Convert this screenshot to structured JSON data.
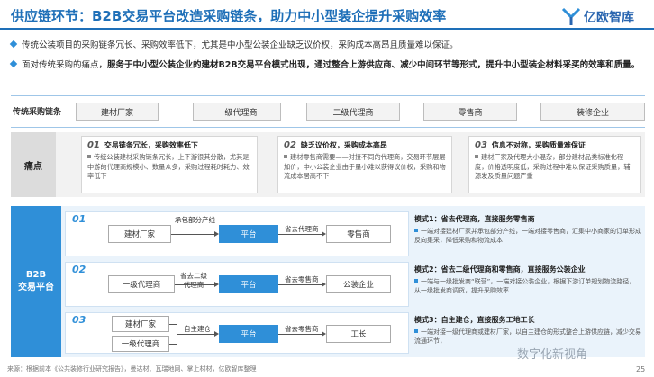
{
  "header": {
    "title": "供应链环节：B2B交易平台改造采购链条，助力中小型装企提升采购效率",
    "logo_text": "亿欧智库"
  },
  "bullets": [
    {
      "text": "传统公装项目的采购链条冗长、采购效率低下，尤其是中小型公装企业缺乏议价权，采购成本高昂且质量难以保证。"
    },
    {
      "prefix": "面对传统采购的痛点，",
      "bold": "服务于中小型公装企业的建材B2B交易平台模式出现，通过整合上游供应商、减少中间环节等形式，提升中小型装企材料采买的效率和质量。"
    }
  ],
  "traditional": {
    "label": "传统采购链条",
    "steps": [
      "建材厂家",
      "一级代理商",
      "二级代理商",
      "零售商",
      "装修企业"
    ]
  },
  "pain": {
    "label": "痛点",
    "cards": [
      {
        "num": "01",
        "title": "交易链条冗长，采购效率低下",
        "body": "传统公装建材采购链条冗长，上下游很其分散，尤其是中游的代理商规模小、数量众多，采购过程耗时耗力、效率低下"
      },
      {
        "num": "02",
        "title": "缺乏议价权，采购成本高昂",
        "body": "建材零售商需要——对接不同的代理商，交易环节层层加价，中小公装企业由于量小难以获得议价权，采购和物流成本居高不下"
      },
      {
        "num": "03",
        "title": "信息不对称，采购质量难保证",
        "body": "建材厂家及代理大小混杂，部分建材品类标准化程度，价格透明度低，采购过程中难以保证采购质量，辅源发及质量问题严重"
      }
    ]
  },
  "b2b": {
    "label_line1": "B2B",
    "label_line2": "交易平台",
    "rows": [
      {
        "num": "01",
        "left_box": "建材厂家",
        "top_label": "承包部分产线",
        "platform": "平台",
        "right_label": "省去代理商",
        "right_box": "零售商"
      },
      {
        "num": "02",
        "left_box": "一级代理商",
        "left_label_top": "省去二级",
        "left_label_bottom": "代理商",
        "platform": "平台",
        "right_label": "省去零售商",
        "right_box": "公装企业"
      },
      {
        "num": "03",
        "left_box_top": "建材厂家",
        "left_box_bottom": "一级代理商",
        "left_label": "自主建仓",
        "platform": "平台",
        "right_label": "省去零售商",
        "right_box": "工长"
      }
    ],
    "modes": [
      {
        "title": "模式1：省去代理商，直接服务零售商",
        "body": "一端对接建材厂家并承包部分产线，一端对接零售商，汇集中小商家的订单形成反向集采，降低采购和物流成本"
      },
      {
        "title": "模式2：省去二级代理商和零售商，直接服务公装企业",
        "body": "一端与一级批发商“联营”，一端对接公装企业，根据下游订单规划物流路径，从一级批发商调货，提升采购效率"
      },
      {
        "title": "模式3：自主建仓，直接服务工地工长",
        "body": "一端对接一级代理商或建材厂家，以自主建仓的形式整合上游供应链，减少交易流通环节，"
      }
    ]
  },
  "footer": {
    "source": "来源：根据前本《公共装修行业研究报告》，曼达材、瓦瑞地网、掌上材材，亿欧智库整理",
    "watermark": "数字化新视角",
    "page": "25"
  },
  "colors": {
    "accent": "#2f8fd8",
    "title": "#1e6fb8",
    "band": "#eaf3fb"
  }
}
